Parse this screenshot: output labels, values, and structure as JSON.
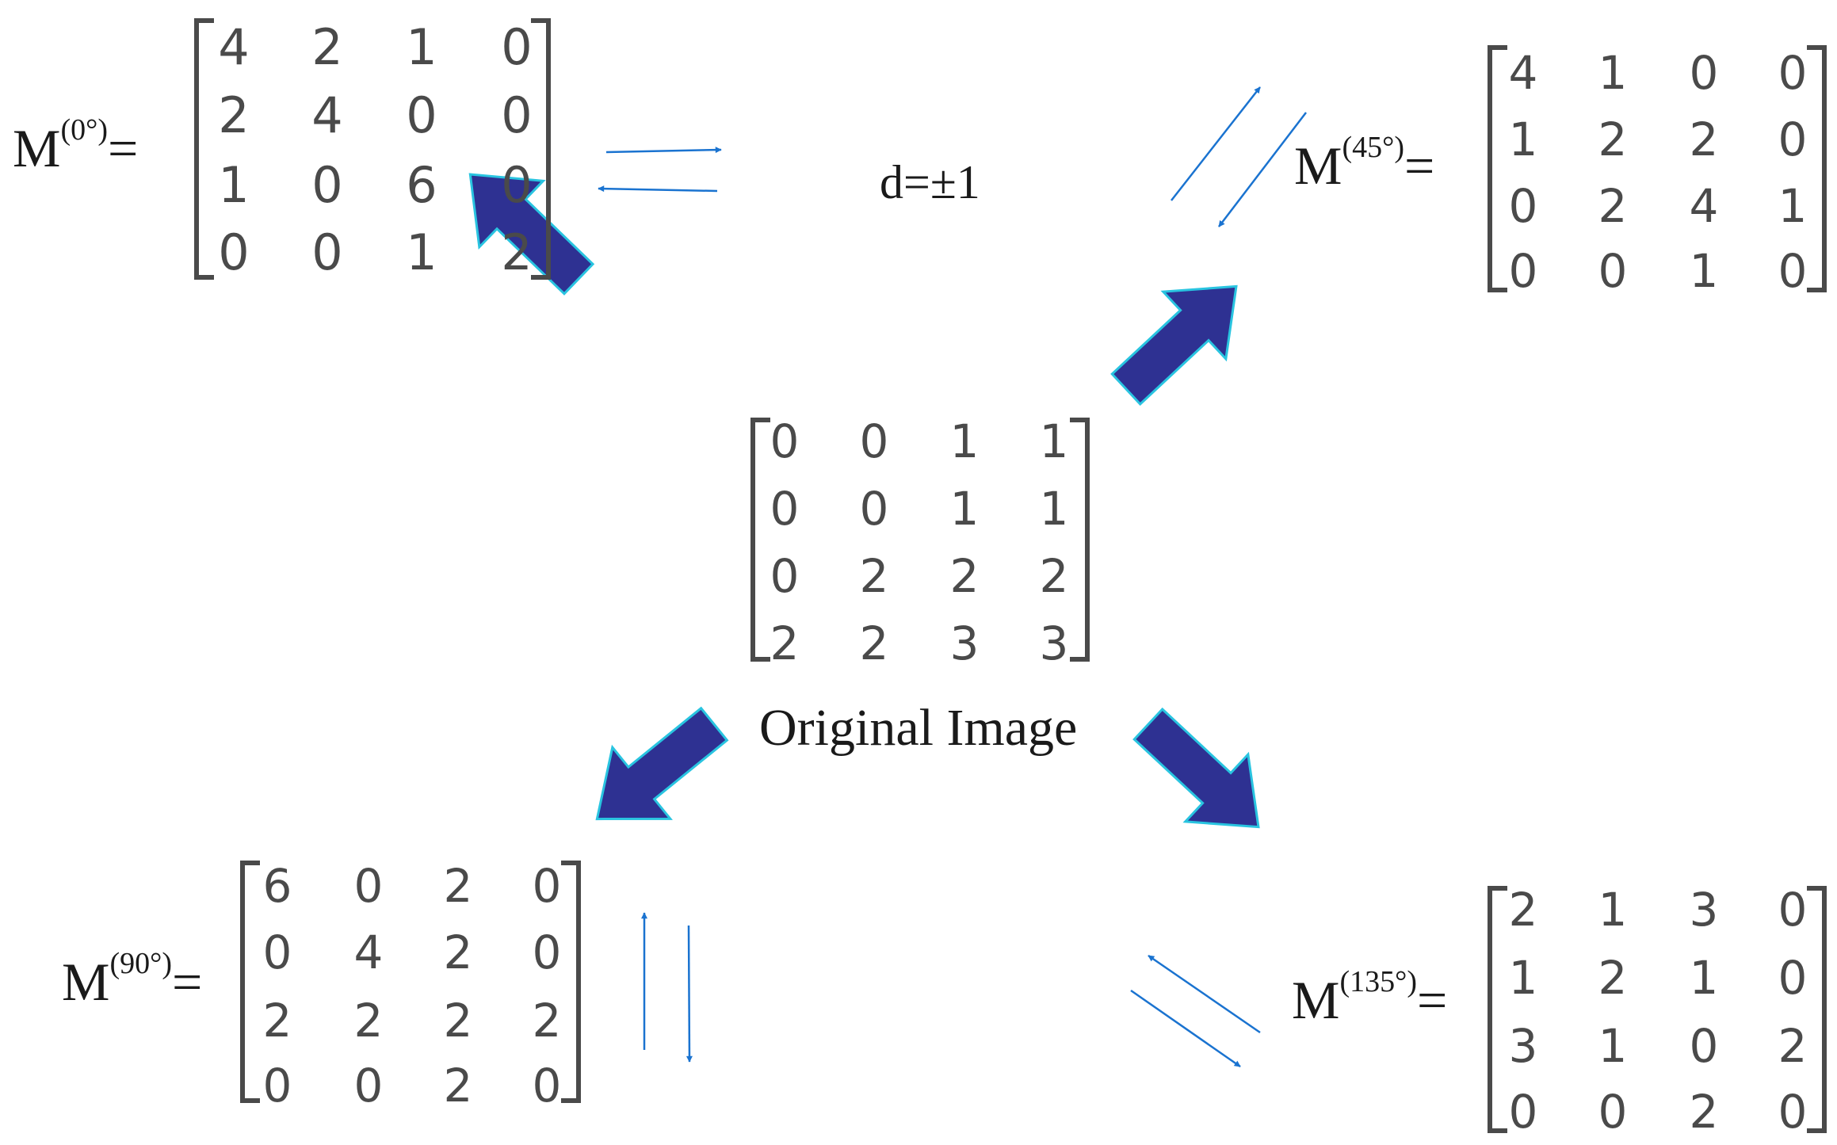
{
  "distance_label": "d=±1",
  "center": {
    "caption": "Original Image",
    "rows": [
      [
        0,
        0,
        1,
        1
      ],
      [
        0,
        0,
        1,
        1
      ],
      [
        0,
        2,
        2,
        2
      ],
      [
        2,
        2,
        3,
        3
      ]
    ]
  },
  "matrices": {
    "m0": {
      "base": "M",
      "sup": "(0°)",
      "eq": "=",
      "rows": [
        [
          4,
          2,
          1,
          0
        ],
        [
          2,
          4,
          0,
          0
        ],
        [
          1,
          0,
          6,
          0
        ],
        [
          0,
          0,
          1,
          2
        ]
      ]
    },
    "m45": {
      "base": "M",
      "sup": "(45°)",
      "eq": "=",
      "rows": [
        [
          4,
          1,
          0,
          0
        ],
        [
          1,
          2,
          2,
          0
        ],
        [
          0,
          2,
          4,
          1
        ],
        [
          0,
          0,
          1,
          0
        ]
      ]
    },
    "m90": {
      "base": "M",
      "sup": "(90°)",
      "eq": "=",
      "rows": [
        [
          6,
          0,
          2,
          0
        ],
        [
          0,
          4,
          2,
          0
        ],
        [
          2,
          2,
          2,
          2
        ],
        [
          0,
          0,
          2,
          0
        ]
      ]
    },
    "m135": {
      "base": "M",
      "sup": "(135°)",
      "eq": "=",
      "rows": [
        [
          2,
          1,
          3,
          0
        ],
        [
          1,
          2,
          1,
          0
        ],
        [
          3,
          1,
          0,
          2
        ],
        [
          0,
          0,
          2,
          0
        ]
      ]
    }
  },
  "colors": {
    "big_arrow_fill": "#2e3192",
    "big_arrow_outline": "#29c4e0",
    "small_arrow": "#1a73d0",
    "bracket": "#4a4a4a",
    "number": "#4a4a4a",
    "label": "#1a1a1a"
  }
}
